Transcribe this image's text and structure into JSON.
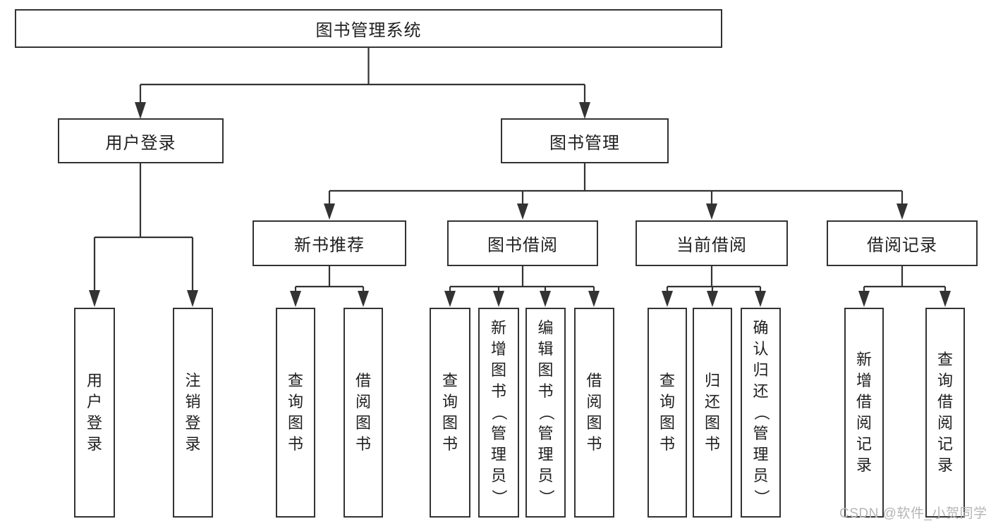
{
  "diagram": {
    "background": "#ffffff",
    "line_color": "#333333",
    "box_border_color": "#333333",
    "text_color": "#1f1f1f",
    "watermark": {
      "text": "CSDN @软件_小贺同学",
      "color": "#b5b5b5"
    }
  },
  "tree": {
    "root": {
      "label": "图书管理系统"
    },
    "branches": [
      {
        "label": "用户登录",
        "children": [
          {
            "label": "用户登录"
          },
          {
            "label": "注销登录"
          }
        ]
      },
      {
        "label": "图书管理",
        "sections": [
          {
            "label": "新书推荐",
            "children": [
              {
                "label": "查询图书"
              },
              {
                "label": "借阅图书"
              }
            ]
          },
          {
            "label": "图书借阅",
            "children": [
              {
                "label": "查询图书"
              },
              {
                "label": "新增图书（管理员）"
              },
              {
                "label": "编辑图书（管理员）"
              },
              {
                "label": "借阅图书"
              }
            ]
          },
          {
            "label": "当前借阅",
            "children": [
              {
                "label": "查询图书"
              },
              {
                "label": "归还图书"
              },
              {
                "label": "确认归还（管理员）"
              }
            ]
          },
          {
            "label": "借阅记录",
            "children": [
              {
                "label": "新增借阅记录"
              },
              {
                "label": "查询借阅记录"
              }
            ]
          }
        ]
      }
    ]
  }
}
